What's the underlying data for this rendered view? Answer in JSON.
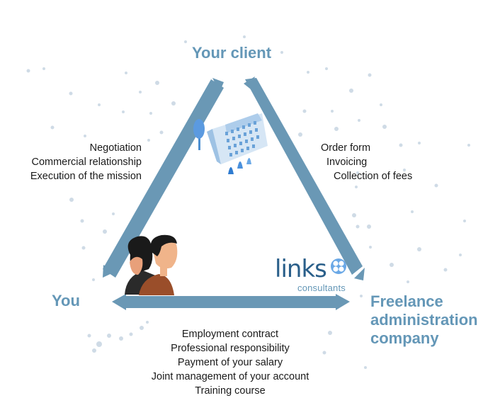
{
  "nodes": {
    "client": "Your client",
    "you": "You",
    "company_line1": "Freelance",
    "company_line2": "administration",
    "company_line3": "company"
  },
  "left_edge_items": [
    "Negotiation",
    "Commercial relationship",
    "Execution of the mission"
  ],
  "right_edge_items": [
    "Order form",
    "Invoicing",
    "Collection of fees"
  ],
  "bottom_edge_items": [
    "Employment contract",
    "Professional responsibility",
    "Payment of your salary",
    "Joint management of your account",
    "Training course"
  ],
  "logo": {
    "word": "links",
    "sub": "consultants"
  },
  "colors": {
    "accent": "#6497b7",
    "arrow": "#6a98b5",
    "text": "#1a1a1a",
    "logo": "#2a5f8a"
  },
  "icons": [
    "building-illustration-icon",
    "people-illustration-icon",
    "clover-logo-icon"
  ]
}
